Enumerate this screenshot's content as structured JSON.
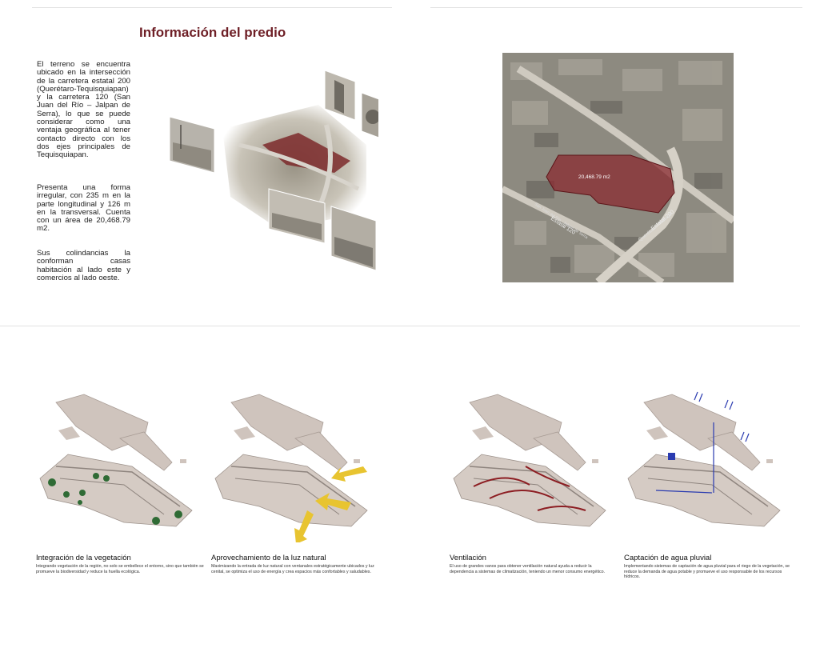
{
  "page": {
    "title": "Información del predio",
    "paragraphs": [
      "El terreno se encuentra ubicado en la intersección de la carretera estatal 200 (Querétaro-Tequisquiapan) y la carretera 120 (San Juan del Río – Jalpan de Serra), lo que se puede considerar como una ventaja geográfica al tener contacto directo con los dos ejes principales de Tequisquiapan.",
      "Presenta una forma irregular, con 235 m en la parte longitudinal y 126 m en la transversal. Cuenta con un área de 20,468.79 m2.",
      "Sus colindancias la conforman casas habitación al lado este y comercios al lado oeste."
    ]
  },
  "aerial_map": {
    "area_label": "20,468.79 m2",
    "road_label_1": "Estatal 120",
    "road_label_1b": "San Juan del Río - Jalpan de Serra",
    "road_label_2": "Estatal 200",
    "road_label_2b": "Querétaro - Hidalgo",
    "lot_color": "#8a2a30"
  },
  "diagrams": [
    {
      "title": "Integración de la vegetación",
      "text": "Integrando vegetación de la región, no solo se embellece el entorno, sino que también se promueve la biodiversidad y reduce la huella ecológica.",
      "icon": "tree-icon",
      "accent": "#2f6b35"
    },
    {
      "title": "Aprovechamiento de la luz natural",
      "text": "Maximizando la entrada de luz natural con ventanales estratégicamente ubicados y luz cenital, se optimiza el uso de energía y crea espacios más confortables y saludables.",
      "icon": "sun-arrow-icon",
      "accent": "#e8c430"
    },
    {
      "title": "Ventilación",
      "text": "El uso de grandes vanos para obtener ventilación natural ayuda a reducir la dependencia a sistemas de climatización, teniendo un menor consumo energético.",
      "icon": "wind-arrow-icon",
      "accent": "#8c1d22"
    },
    {
      "title": "Captación de agua pluvial",
      "text": "Implementando sistemas de captación de agua pluvial para el riego de la vegetación, se reduce la demanda de agua potable y promueve el uso responsable de los recursos hídricos.",
      "icon": "rain-icon",
      "accent": "#2a3bb0"
    }
  ]
}
